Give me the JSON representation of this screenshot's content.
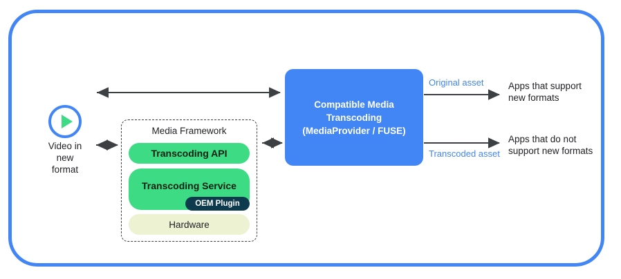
{
  "diagram": {
    "title_hidden": "",
    "frame": {
      "border_color": "#4285f4"
    },
    "source": {
      "icon": "play-circle-icon",
      "label_line1": "Video in",
      "label_line2": "new",
      "label_line3": "format",
      "label_full": "Video in new format",
      "ring_color": "#4285f4",
      "triangle_color": "#3ddc84"
    },
    "media_framework": {
      "title": "Media Framework",
      "border_style": "dashed",
      "layers": [
        {
          "label": "Transcoding API",
          "color": "#3ddc84",
          "text_color": "#0b1f13"
        },
        {
          "label": "Transcoding Service",
          "color": "#3ddc84",
          "text_color": "#0b1f13"
        },
        {
          "label": "Hardware",
          "color": "#edf2d2",
          "text_color": "#202124"
        }
      ],
      "badge": {
        "label": "OEM Plugin",
        "color": "#0d3b4d",
        "text_color": "#ffffff"
      }
    },
    "central_box": {
      "line1": "Compatible Media",
      "line2": "Transcoding",
      "line3": "(MediaProvider / FUSE)",
      "color": "#4285f4",
      "text_color": "#ffffff"
    },
    "outputs": [
      {
        "edge_label": "Original asset",
        "edge_label_color": "#4285f4",
        "target_line1": "Apps that support",
        "target_line2": "new formats"
      },
      {
        "edge_label": "Transcoded asset",
        "edge_label_color": "#4285f4",
        "target_line1": "Apps that do not",
        "target_line2": "support new formats"
      }
    ],
    "connectors": [
      {
        "name": "video-to-framework",
        "type": "double-arrow"
      },
      {
        "name": "framework-to-cmt",
        "type": "double-arrow"
      },
      {
        "name": "video-to-cmt-top",
        "type": "double-arrow"
      },
      {
        "name": "cmt-to-apps-supported",
        "type": "single-arrow"
      },
      {
        "name": "cmt-to-apps-unsupported",
        "type": "single-arrow"
      }
    ],
    "arrow_color": "#3c4043"
  }
}
